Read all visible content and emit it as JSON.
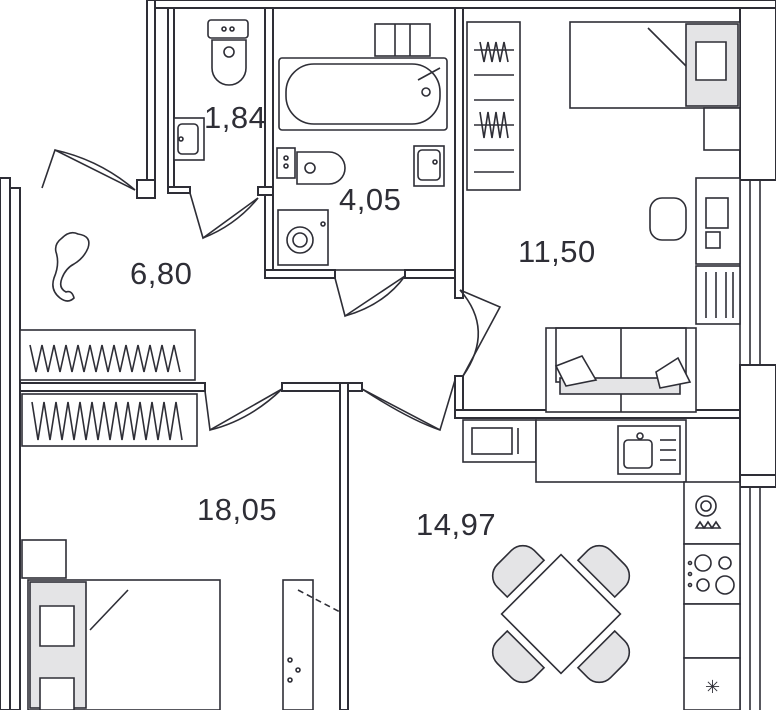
{
  "rooms": [
    {
      "id": "wc",
      "area": "1,84"
    },
    {
      "id": "bathroom",
      "area": "4,05"
    },
    {
      "id": "hall",
      "area": "6,80"
    },
    {
      "id": "bedroom-right",
      "area": "11,50"
    },
    {
      "id": "bedroom-left",
      "area": "18,05"
    },
    {
      "id": "kitchen",
      "area": "14,97"
    }
  ],
  "icons": {
    "fridge_mark": "✳"
  }
}
